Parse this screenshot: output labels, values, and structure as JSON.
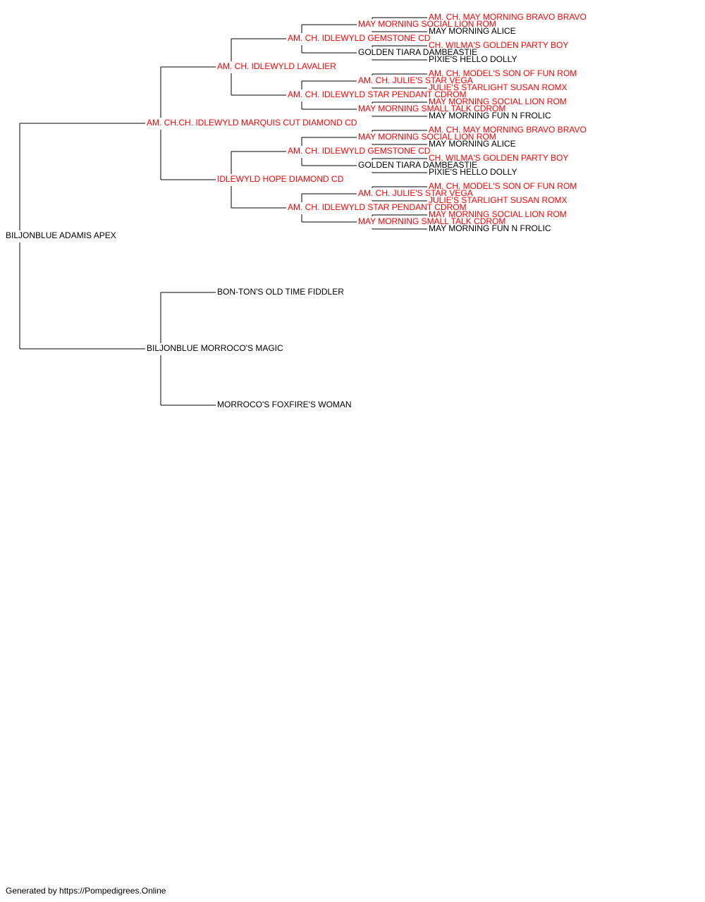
{
  "colors": {
    "champion": "#ff0000",
    "normal": "#000000",
    "connector": "#000000"
  },
  "pedigree": {
    "name": "BILJONBLUE ADAMIS APEX",
    "champion": false,
    "sire": {
      "name": "AM. CH.CH. IDLEWYLD MARQUIS CUT DIAMOND CD",
      "champion": true,
      "sire": {
        "name": "AM. CH. IDLEWYLD LAVALIER",
        "champion": true,
        "sire": {
          "name": "AM. CH. IDLEWYLD GEMSTONE CD",
          "champion": true,
          "sire": {
            "name": "MAY MORNING SOCIAL LION ROM",
            "champion": true,
            "sire": {
              "name": "AM. CH. MAY MORNING BRAVO BRAVO",
              "champion": true
            },
            "dam": {
              "name": "MAY MORNING ALICE",
              "champion": false
            }
          },
          "dam": {
            "name": "GOLDEN TIARA DAMBEASTIE",
            "champion": false,
            "sire": {
              "name": "CH. WILMA'S GOLDEN PARTY BOY",
              "champion": true
            },
            "dam": {
              "name": "PIXIE'S HELLO DOLLY",
              "champion": false
            }
          }
        },
        "dam": {
          "name": "AM. CH. IDLEWYLD STAR PENDANT CDROM",
          "champion": true,
          "sire": {
            "name": "AM. CH. JULIE'S STAR VEGA",
            "champion": true,
            "sire": {
              "name": "AM. CH. MODEL'S SON OF FUN ROM",
              "champion": true
            },
            "dam": {
              "name": "JULIE'S STARLIGHT SUSAN ROMX",
              "champion": true
            }
          },
          "dam": {
            "name": "MAY MORNING SMALL TALK CDROM",
            "champion": true,
            "sire": {
              "name": "MAY MORNING SOCIAL LION ROM",
              "champion": true
            },
            "dam": {
              "name": "MAY MORNING FUN N FROLIC",
              "champion": false
            }
          }
        }
      },
      "dam": {
        "name": "IDLEWYLD HOPE DIAMOND CD",
        "champion": true,
        "sire": {
          "name": "AM. CH. IDLEWYLD GEMSTONE CD",
          "champion": true,
          "sire": {
            "name": "MAY MORNING SOCIAL LION ROM",
            "champion": true,
            "sire": {
              "name": "AM. CH. MAY MORNING BRAVO BRAVO",
              "champion": true
            },
            "dam": {
              "name": "MAY MORNING ALICE",
              "champion": false
            }
          },
          "dam": {
            "name": "GOLDEN TIARA DAMBEASTIE",
            "champion": false,
            "sire": {
              "name": "CH. WILMA'S GOLDEN PARTY BOY",
              "champion": true
            },
            "dam": {
              "name": "PIXIE'S HELLO DOLLY",
              "champion": false
            }
          }
        },
        "dam": {
          "name": "AM. CH. IDLEWYLD STAR PENDANT CDROM",
          "champion": true,
          "sire": {
            "name": "AM. CH. JULIE'S STAR VEGA",
            "champion": true,
            "sire": {
              "name": "AM. CH. MODEL'S SON OF FUN ROM",
              "champion": true
            },
            "dam": {
              "name": "JULIE'S STARLIGHT SUSAN ROMX",
              "champion": true
            }
          },
          "dam": {
            "name": "MAY MORNING SMALL TALK CDROM",
            "champion": true,
            "sire": {
              "name": "MAY MORNING SOCIAL LION ROM",
              "champion": true
            },
            "dam": {
              "name": "MAY MORNING FUN N FROLIC",
              "champion": false
            }
          }
        }
      }
    },
    "dam": {
      "name": "BILJONBLUE MORROCO'S MAGIC",
      "champion": false,
      "sire": {
        "name": "BON-TON'S OLD TIME FIDDLER",
        "champion": false
      },
      "dam": {
        "name": "MORROCO'S FOXFIRE'S WOMAN",
        "champion": false
      }
    }
  },
  "footer": "Generated by https://Pompedigrees.Online"
}
